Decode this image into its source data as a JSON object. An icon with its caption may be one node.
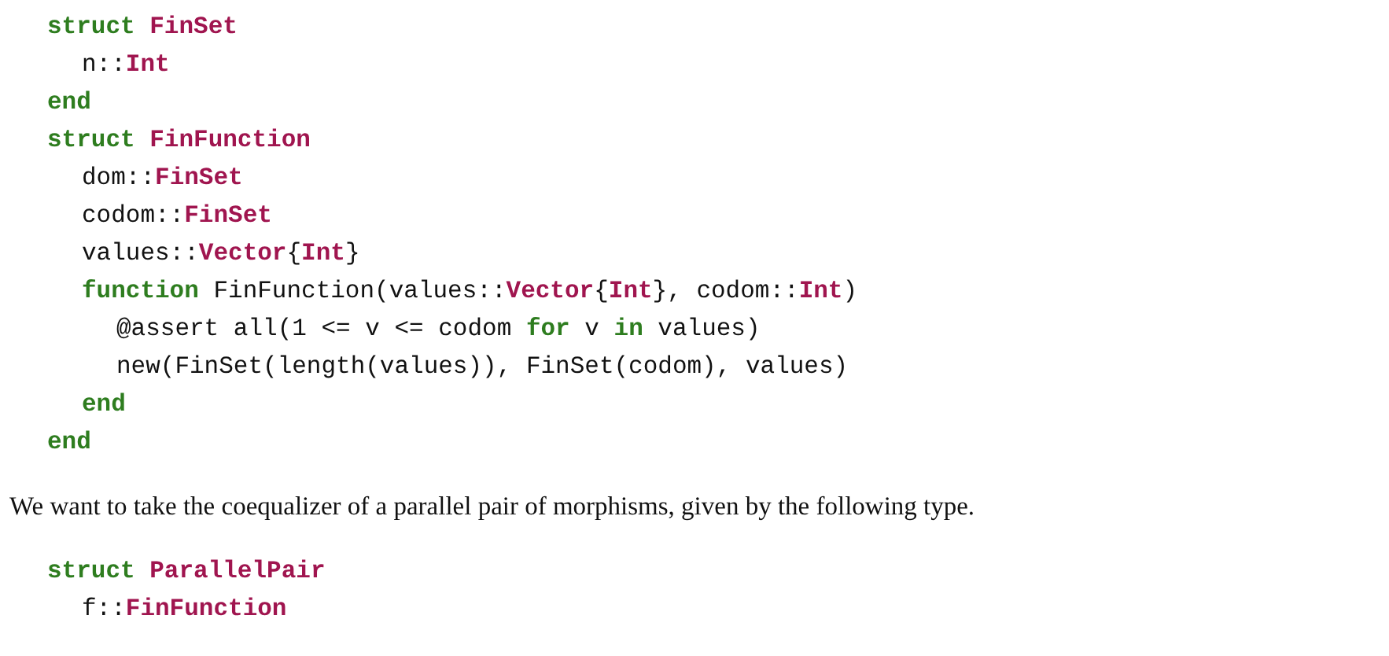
{
  "diagram": {
    "labels": [
      "**struct** **FinSet**",
      "n::**Int**",
      "**end**",
      "**struct** **FinFunction**",
      "dom::**FinSet**",
      "codom::**FinSet**",
      "values::**Vector**{**Int**}",
      "**function** FinFunction(values::**Vector**{**Int**}, codom::**Int**)",
      "@assert all(1 <= v <= codom **for** v **in** values)",
      "new(FinSet(length(values)), FinSet(codom), values)",
      "**end**",
      "**end**",
      "We want to take the coequalizer of a parallel pair of morphisms, given by the following type.",
      "**struct** **ParallelPair**",
      "f::**FinFunction**"
    ]
  }
}
